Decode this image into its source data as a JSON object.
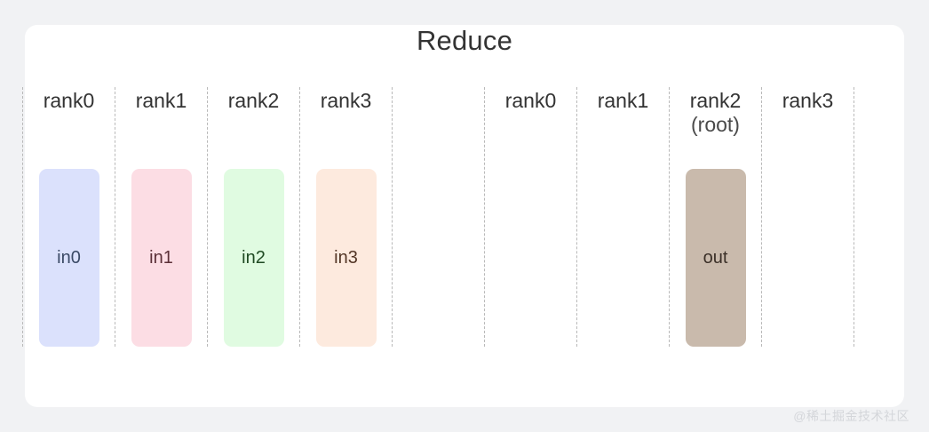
{
  "figure": {
    "title": "Reduce",
    "background_color": "#f1f2f4",
    "card_color": "#ffffff",
    "divider_color": "#b9b9b9",
    "watermark": "@稀土掘金技术社区"
  },
  "chart_data": {
    "type": "diagram",
    "title": "Reduce",
    "description": "NCCL Reduce collective operation: four input buffers in0..in3 on rank0..rank3 are reduced into a single output buffer on the root rank (rank2).",
    "groups": [
      {
        "name": "input",
        "columns": [
          {
            "label": "rank0",
            "sublabel": "",
            "box": {
              "text": "in0",
              "fill": "#dbe1fc",
              "text_color": "#3b4a66"
            }
          },
          {
            "label": "rank1",
            "sublabel": "",
            "box": {
              "text": "in1",
              "fill": "#fcdde4",
              "text_color": "#5b3038"
            }
          },
          {
            "label": "rank2",
            "sublabel": "",
            "box": {
              "text": "in2",
              "fill": "#e0fbe1",
              "text_color": "#1f4a23"
            }
          },
          {
            "label": "rank3",
            "sublabel": "",
            "box": {
              "text": "in3",
              "fill": "#fdeade",
              "text_color": "#533626"
            }
          }
        ]
      },
      {
        "name": "output",
        "columns": [
          {
            "label": "rank0",
            "sublabel": "",
            "box": null
          },
          {
            "label": "rank1",
            "sublabel": "",
            "box": null
          },
          {
            "label": "rank2",
            "sublabel": "(root)",
            "box": {
              "text": "out",
              "fill": "#c9baac",
              "text_color": "#3b3028"
            }
          },
          {
            "label": "rank3",
            "sublabel": "",
            "box": null
          }
        ]
      }
    ]
  }
}
